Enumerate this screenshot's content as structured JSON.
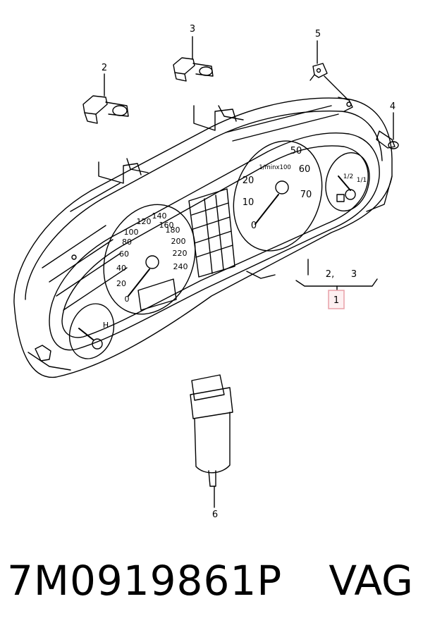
{
  "callouts": {
    "c1": "1",
    "c2": "2",
    "c3": "3",
    "c4": "4",
    "c5": "5",
    "c6": "6",
    "c2b": "2,",
    "c3b": "3"
  },
  "speedometer": {
    "ticks": [
      "0",
      "20",
      "40",
      "60",
      "80",
      "100",
      "120",
      "140",
      "160",
      "180",
      "200",
      "220",
      "240"
    ]
  },
  "tachometer": {
    "unit": "1/minx100",
    "ticks": [
      "0",
      "10",
      "20",
      "50",
      "60",
      "70"
    ]
  },
  "temp_gauge": {
    "mark": "H"
  },
  "fuel_gauge": {
    "marks": [
      "1/2",
      "1/1"
    ]
  },
  "footer": {
    "part_number": "7M0919861P",
    "brand": "VAG"
  },
  "colors": {
    "highlight": "#e8a0a8",
    "line": "#000000"
  }
}
